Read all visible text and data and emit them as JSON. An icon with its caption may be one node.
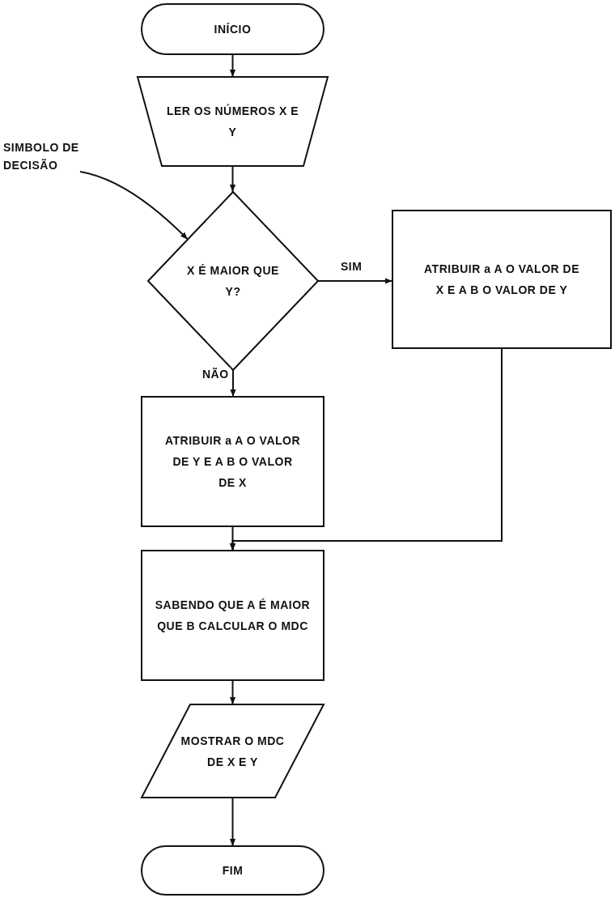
{
  "diagram": {
    "nodes": [
      {
        "text": [
          "INÍCIO"
        ]
      },
      {
        "text": [
          "LER OS NÚMEROS X E Y"
        ]
      },
      {
        "text": [
          "X É MAIOR QUE Y?"
        ]
      },
      {
        "text": [
          "ATRIBUIR a A O VALOR DE X E A B O VALOR DE Y"
        ]
      },
      {
        "text": [
          "ATRIBUIR a A O VALOR DE Y E A B O VALOR DE X"
        ]
      },
      {
        "text": [
          "SABENDO QUE A É MAIOR QUE B CALCULAR O MDC"
        ]
      },
      {
        "text": [
          "MOSTRAR O MDC DE X E Y"
        ]
      },
      {
        "text": [
          "FIM"
        ]
      },
      {
        "text": [
          "SIMBOLO DE DECISÃO"
        ]
      }
    ],
    "edges": [
      {
        "from": 0,
        "to": 1,
        "arrow": "to"
      },
      {
        "from": 1,
        "to": 2,
        "arrow": "to"
      },
      {
        "from": 2,
        "to": 3,
        "arrow": "to",
        "label": "SIM"
      },
      {
        "from": 2,
        "to": 4,
        "arrow": "to",
        "label": "NÃO"
      },
      {
        "from": 3,
        "to": 5,
        "arrow": "to"
      },
      {
        "from": 4,
        "to": 5,
        "arrow": "to"
      },
      {
        "from": 5,
        "to": 6,
        "arrow": "to"
      },
      {
        "from": 6,
        "to": 7,
        "arrow": "to"
      },
      {
        "from": 8,
        "to": 2,
        "arrow": "to"
      }
    ]
  }
}
